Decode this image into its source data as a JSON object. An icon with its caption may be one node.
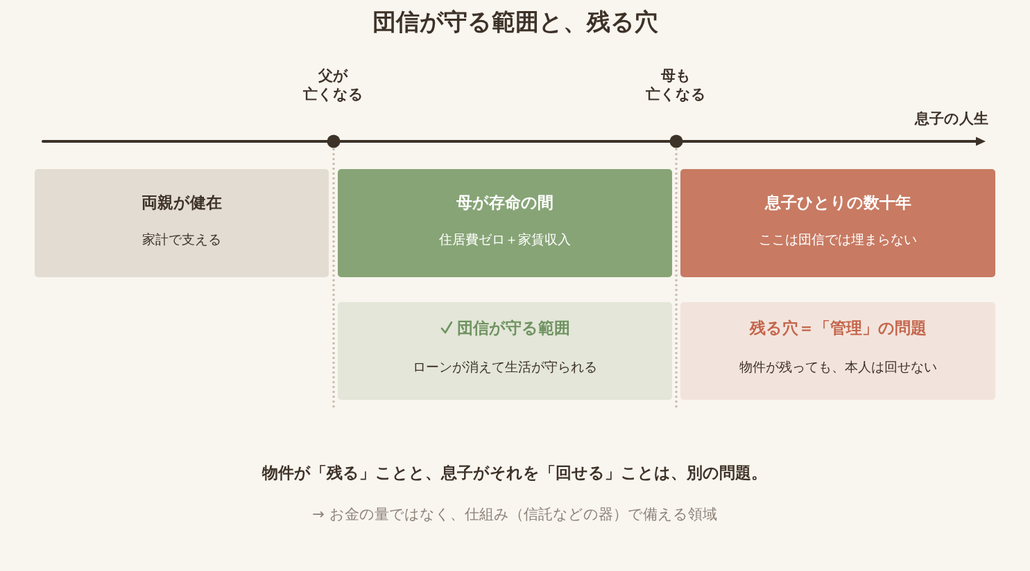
{
  "diagram": {
    "title": "団信が守る範囲と、残る穴",
    "nodes": [
      {
        "text": [
          "両親が健在",
          "家計で支える"
        ]
      },
      {
        "text": [
          "母が存命の間",
          "住居費ゼロ＋家賃収入"
        ]
      },
      {
        "text": [
          "息子ひとりの数十年",
          "ここは団信では埋まらない"
        ]
      },
      {
        "text": [
          "団信が守る範囲",
          "ローンが消えて生活が守られる"
        ]
      },
      {
        "text": [
          "残る穴＝「管理」の問題",
          "物件が残っても、本人は回せない"
        ]
      }
    ],
    "labels": [
      "父が亡くなる",
      "母も亡くなる",
      "息子の人生",
      "物件が「残る」ことと、息子がそれを「回せる」ことは、別の問題。",
      "→ お金の量ではなく、仕組み（信託などの器）で備える領域"
    ]
  }
}
